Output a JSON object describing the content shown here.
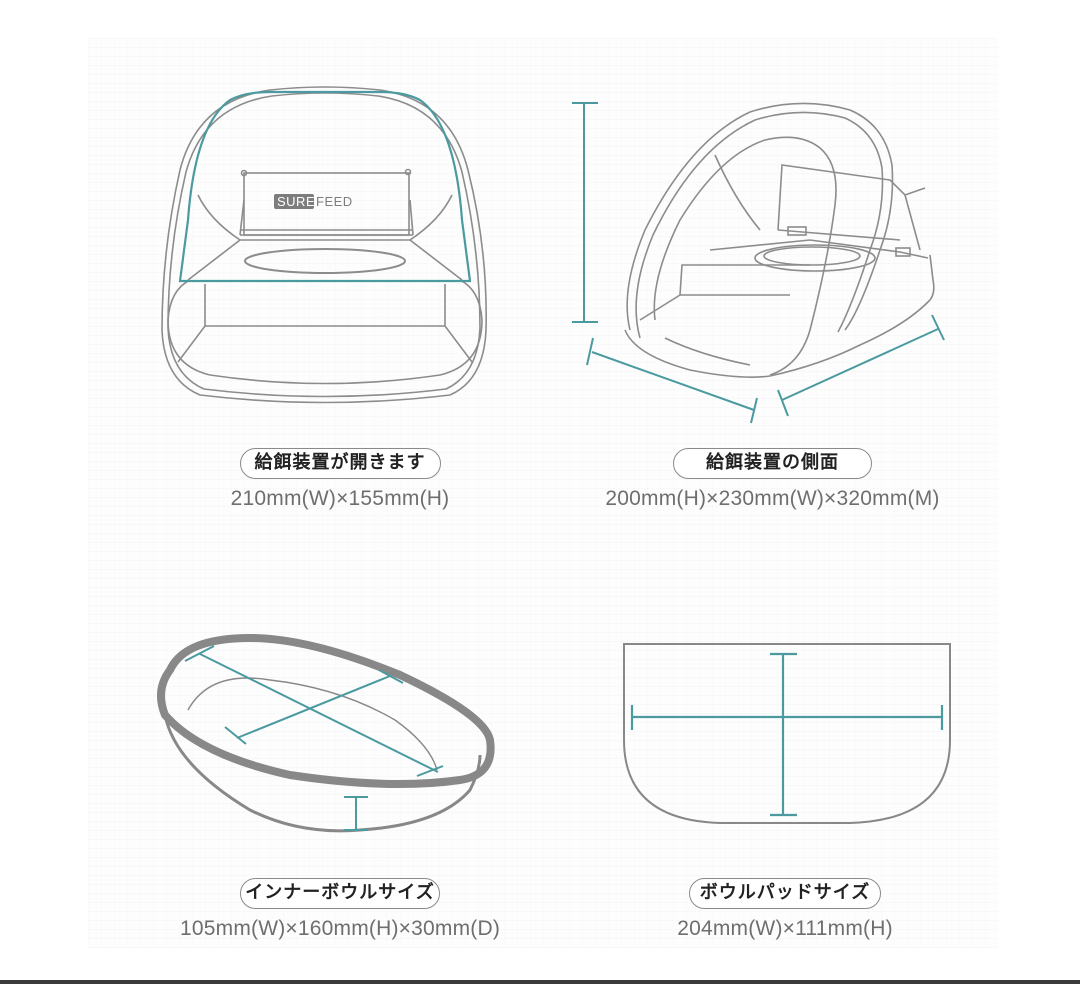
{
  "colors": {
    "outline": "#8c8c8c",
    "accent_teal": "#4a9aa0",
    "bowl_rim": "#888888",
    "caption_text": "#222222",
    "dims_text": "#6e6e6e",
    "bottom_bar": "#3a3a3a"
  },
  "panels": [
    {
      "id": "feeder-front",
      "icon": "feeder-front-open-icon",
      "brand_logo": {
        "part1": "SURE",
        "part2": "FEED"
      },
      "title": "給餌装置が開きます",
      "dimensions": "210mm(W)×155mm(H)"
    },
    {
      "id": "feeder-side",
      "icon": "feeder-side-view-icon",
      "title": "給餌装置の側面",
      "dimensions": "200mm(H)×230mm(W)×320mm(M)"
    },
    {
      "id": "inner-bowl",
      "icon": "inner-bowl-icon",
      "title": "インナーボウルサイズ",
      "dimensions": "105mm(W)×160mm(H)×30mm(D)"
    },
    {
      "id": "bowl-pad",
      "icon": "bowl-pad-icon",
      "title": "ボウルパッドサイズ",
      "dimensions": "204mm(W)×111mm(H)"
    }
  ]
}
